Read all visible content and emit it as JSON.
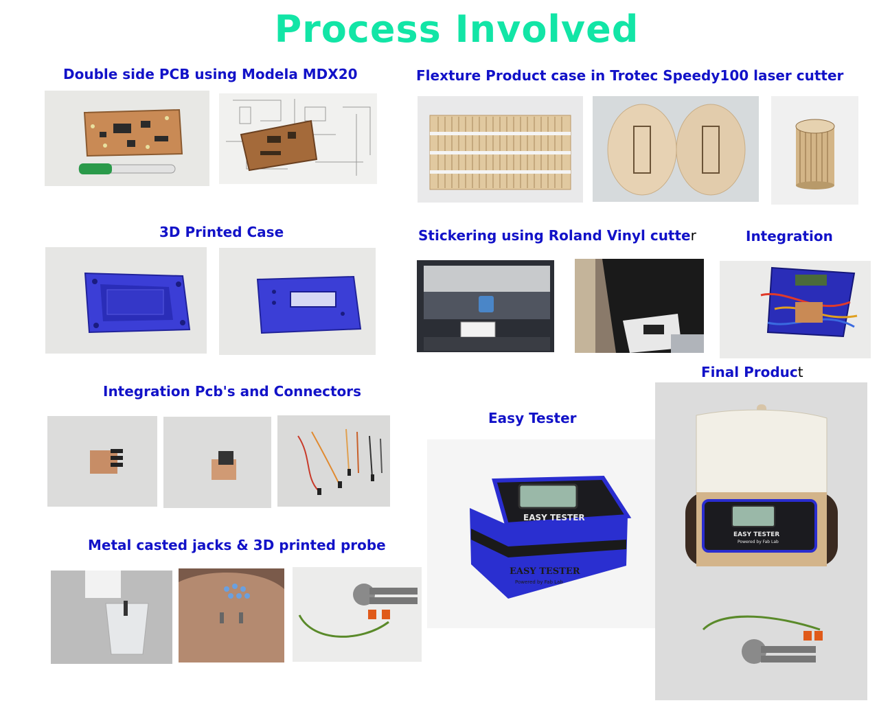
{
  "title": "Process Involved",
  "sections": {
    "pcb": "Double side PCB using Modela MDX20",
    "flexture": "Flexture Product case in Trotec Speedy100 laser cutter",
    "printed_case": "3D Printed Case",
    "stickering_main": "Stickering using Roland Vinyl cutte",
    "stickering_tail": "r",
    "integration": "Integration",
    "integration_pcbs": "Integration Pcb's and Connectors",
    "easy_tester": "Easy Tester",
    "final_main": "Final Produc",
    "final_tail": "t",
    "metal": "Metal casted jacks & 3D printed probe"
  },
  "device": {
    "brand": "EASY TESTER",
    "tagline": "Powered by Fab Lab"
  },
  "colors": {
    "title": "#12e5a6",
    "heading": "#1212c8",
    "case_blue": "#2a2fd0",
    "wood": "#d9b98f",
    "pcb_copper": "#c98a55"
  }
}
